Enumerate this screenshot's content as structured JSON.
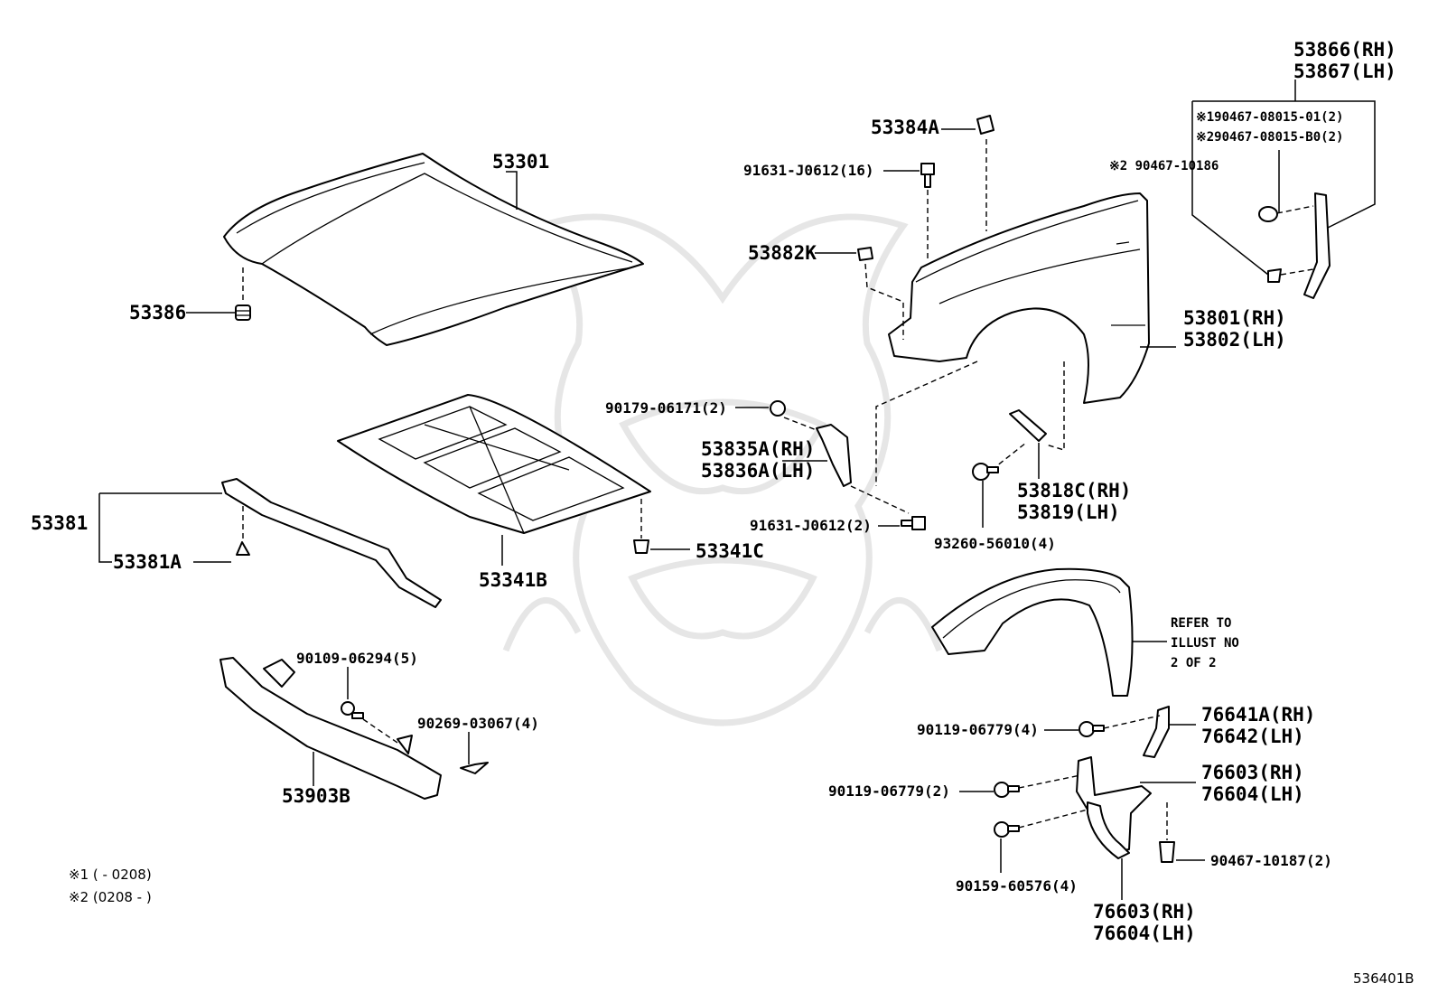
{
  "parts": {
    "hood": "53301",
    "hood_cushion": "53386",
    "hood_insulator": "53341B",
    "insulator_clip": "53341C",
    "hood_seal": "53381",
    "hood_seal_sub": "53381A",
    "support_brace": "53903B",
    "brace_bolt": "90109-06294(5)",
    "brace_clip": "90269-03067(4)",
    "fender_cap": "53384A",
    "fender_bolt_top": "91631-J0612(16)",
    "fender_plate": "53882K",
    "fender_rh": "53801(RH)",
    "fender_lh": "53802(LH)",
    "bracket_nut": "90179-06171(2)",
    "bracket_rh": "53835A(RH)",
    "bracket_lh": "53836A(LH)",
    "bracket_bolt": "91631-J0612(2)",
    "seal_rh": "53818C(RH)",
    "seal_lh": "53819(LH)",
    "seal_bolt": "93260-56010(4)",
    "mud_seal_rh": "53866(RH)",
    "mud_seal_lh": "53867(LH)",
    "clip_note1": "※190467-08015-01(2)",
    "clip_note2": "※290467-08015-B0(2)",
    "clip_note3": "※2 90467-10186",
    "refer_1": "REFER TO",
    "refer_2": "ILLUST NO",
    "refer_3": "2 OF 2",
    "flap_bolt_a": "90119-06779(4)",
    "flap_bracket_rh": "76641A(RH)",
    "flap_bracket_lh": "76642(LH)",
    "flap_bolt_b": "90119-06779(2)",
    "flap_upper_rh": "76603(RH)",
    "flap_upper_lh": "76604(LH)",
    "flap_screw": "90159-60576(4)",
    "flap_clip": "90467-10187(2)",
    "flap_lower_rh": "76603(RH)",
    "flap_lower_lh": "76604(LH)"
  },
  "notes": {
    "note1": "※1 (      - 0208)",
    "note2": "※2 (0208 -       )"
  },
  "figure_id": "536401B"
}
